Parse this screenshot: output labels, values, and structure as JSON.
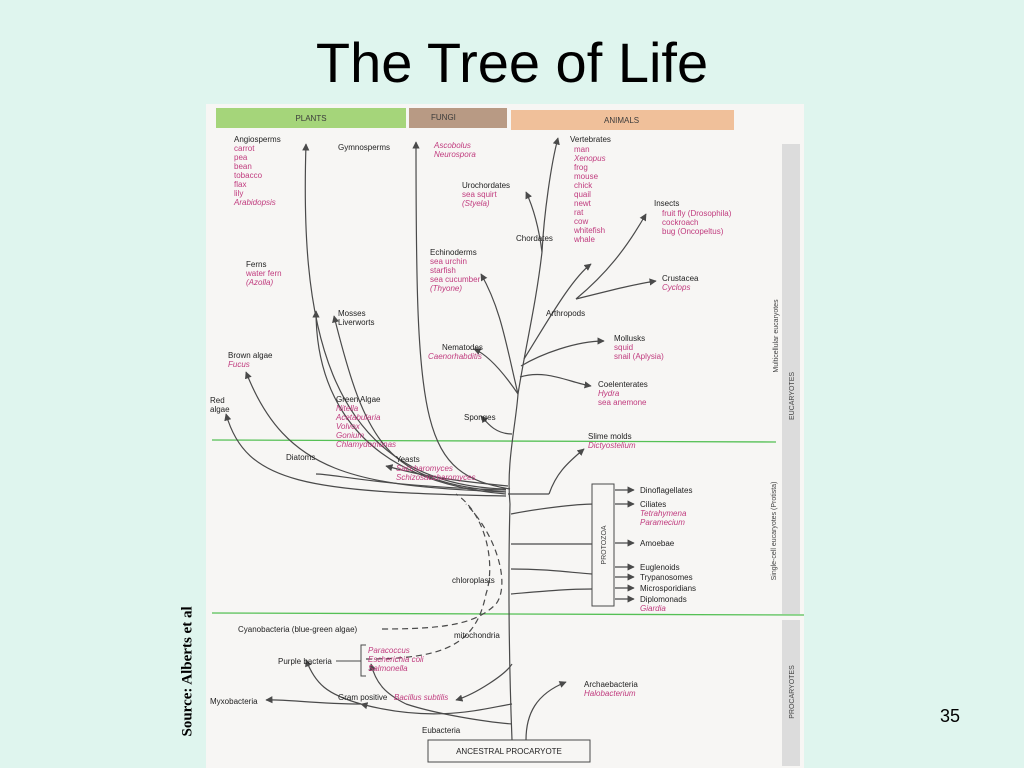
{
  "slide": {
    "title": "The Tree of Life",
    "source": "Source: Alberts et al",
    "page_number": "35"
  },
  "colors": {
    "background": "#dff5ee",
    "plants": "#a5d57a",
    "fungi": "#b89a84",
    "animals": "#f0c09a",
    "species_text": "#c03b7e",
    "boundary": "#55c055"
  },
  "headers": {
    "plants": "PLANTS",
    "fungi": "FUNGI",
    "animals": "ANIMALS"
  },
  "side_labels": {
    "multicellular": "Multicellular eucaryotes",
    "eucaryotes": "EUCARYOTES",
    "single_cell": "Single-cell eucaryotes (Protista)",
    "procaryotes": "PROCARYOTES"
  },
  "root": "ANCESTRAL PROCARYOTE",
  "protozoa_box": "PROTOZOA",
  "groups": {
    "angiosperms": {
      "name": "Angiosperms",
      "examples": [
        "carrot",
        "pea",
        "bean",
        "tobacco",
        "flax",
        "lily",
        "Arabidopsis"
      ]
    },
    "gymnosperms": {
      "name": "Gymnosperms"
    },
    "ferns": {
      "name": "Ferns",
      "examples": [
        "water fern",
        "(Azolla)"
      ]
    },
    "mosses": {
      "name": "Mosses",
      "name2": "Liverworts"
    },
    "brown_algae": {
      "name": "Brown algae",
      "examples": [
        "Fucus"
      ]
    },
    "red_algae": {
      "name": "Red",
      "name2": "algae"
    },
    "green_algae": {
      "name": "Green Algae",
      "examples": [
        "Nitella",
        "Acetabularia",
        "Volvox",
        "Gonium",
        "Chlamydomonas"
      ]
    },
    "fungi": {
      "examples": [
        "Ascobolus",
        "Neurospora"
      ]
    },
    "vertebrates": {
      "name": "Vertebrates",
      "examples": [
        "man",
        "Xenopus",
        "frog",
        "mouse",
        "chick",
        "quail",
        "newt",
        "rat",
        "cow",
        "whitefish",
        "whale"
      ]
    },
    "urochordates": {
      "name": "Urochordates",
      "examples": [
        "sea squirt",
        "(Styela)"
      ]
    },
    "chordates": {
      "name": "Chordates"
    },
    "echinoderms": {
      "name": "Echinoderms",
      "examples": [
        "sea urchin",
        "starfish",
        "sea cucumber",
        "(Thyone)"
      ]
    },
    "insects": {
      "name": "Insects",
      "examples": [
        "fruit fly (Drosophila)",
        "cockroach",
        "bug (Oncopeltus)"
      ]
    },
    "crustacea": {
      "name": "Crustacea",
      "examples": [
        "Cyclops"
      ]
    },
    "arthropods": {
      "name": "Arthropods"
    },
    "nematodes": {
      "name": "Nematodes",
      "examples": [
        "Caenorhabditis"
      ]
    },
    "mollusks": {
      "name": "Mollusks",
      "examples": [
        "squid",
        "snail (Aplysia)"
      ]
    },
    "coelenterates": {
      "name": "Coelenterates",
      "examples": [
        "Hydra",
        "sea anemone"
      ]
    },
    "sponges": {
      "name": "Sponges"
    },
    "slime_molds": {
      "name": "Slime molds",
      "examples": [
        "Dictyostelium"
      ]
    },
    "diatoms": {
      "name": "Diatoms"
    },
    "yeasts": {
      "name": "Yeasts",
      "examples": [
        "Saccharomyces",
        "Schizosaccharomyces"
      ]
    },
    "dinoflagellates": {
      "name": "Dinoflagellates"
    },
    "ciliates": {
      "name": "Ciliates",
      "examples": [
        "Tetrahymena",
        "Paramecium"
      ]
    },
    "amoebae": {
      "name": "Amoebae"
    },
    "euglenoids": {
      "name": "Euglenoids"
    },
    "trypanosomes": {
      "name": "Trypanosomes"
    },
    "microsporidians": {
      "name": "Microsporidians"
    },
    "diplomonads": {
      "name": "Diplomonads",
      "examples": [
        "Giardia"
      ]
    },
    "chloroplasts": {
      "name": "chloroplasts"
    },
    "cyanobacteria": {
      "name": "Cyanobacteria (blue-green algae)"
    },
    "mitochondria": {
      "name": "mitochondria"
    },
    "purple_bacteria": {
      "name": "Purple bacteria",
      "examples": [
        "Paracoccus",
        "Escherichia coli",
        "Salmonella"
      ]
    },
    "myxobacteria": {
      "name": "Myxobacteria"
    },
    "gram_positive": {
      "name": "Gram positive",
      "examples": [
        "Bacillus subtilis"
      ]
    },
    "eubacteria": {
      "name": "Eubacteria"
    },
    "archaebacteria": {
      "name": "Archaebacteria",
      "examples": [
        "Halobacterium"
      ]
    }
  }
}
